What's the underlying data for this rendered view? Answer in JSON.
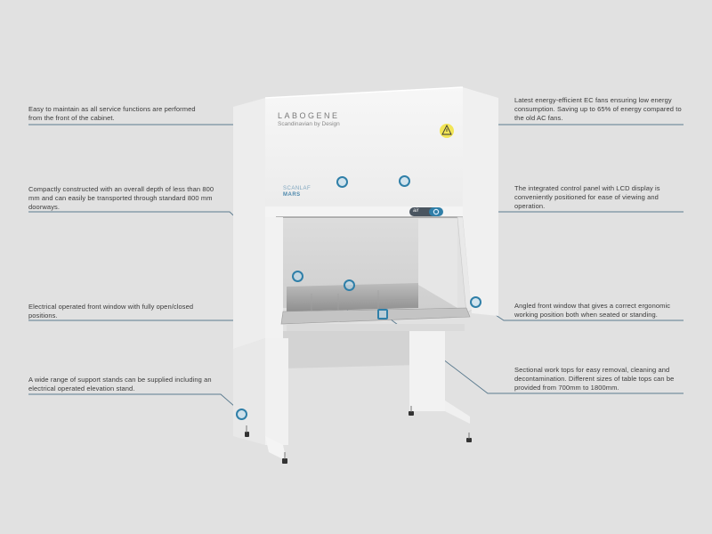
{
  "diagram": {
    "subject": "Biological safety cabinet",
    "brand_label": "LABOGENE",
    "brand_tagline": "Scandinavian by Design",
    "model_line1": "SCANLAF",
    "model_line2": "MARS",
    "control_panel_label": "air",
    "warning_icon": "warning-triangle-icon"
  },
  "annotations": {
    "left": [
      {
        "id": "maintenance",
        "text": "Easy to maintain as all service functions are performed from the front of the cabinet."
      },
      {
        "id": "compact",
        "text": "Compactly constructed with an overall depth of less than 800 mm and can easily be transported through standard 800 mm doorways."
      },
      {
        "id": "front-window",
        "text": "Electrical operated front window with fully open/closed positions."
      },
      {
        "id": "stands",
        "text": "A wide range of support stands can be supplied including an electrical operated elevation stand."
      }
    ],
    "right": [
      {
        "id": "ec-fans",
        "text": "Latest energy-efficient EC fans ensuring low energy consumption. Saving up to 65% of energy compared to the old AC fans."
      },
      {
        "id": "control-panel",
        "text": "The integrated control panel with LCD display is conveniently positioned for ease of viewing and operation."
      },
      {
        "id": "angled-window",
        "text": "Angled front window that gives a correct ergonomic working position both when seated or standing."
      },
      {
        "id": "work-tops",
        "text": "Sectional work tops for easy removal, cleaning and decontamination. Different sizes of table tops can be provided from 700mm to 1800mm."
      }
    ]
  },
  "colors": {
    "background": "#e1e1e1",
    "accent": "#2f7fa8",
    "leader_line": "#4a6f86",
    "warning": "#f1e23a"
  }
}
